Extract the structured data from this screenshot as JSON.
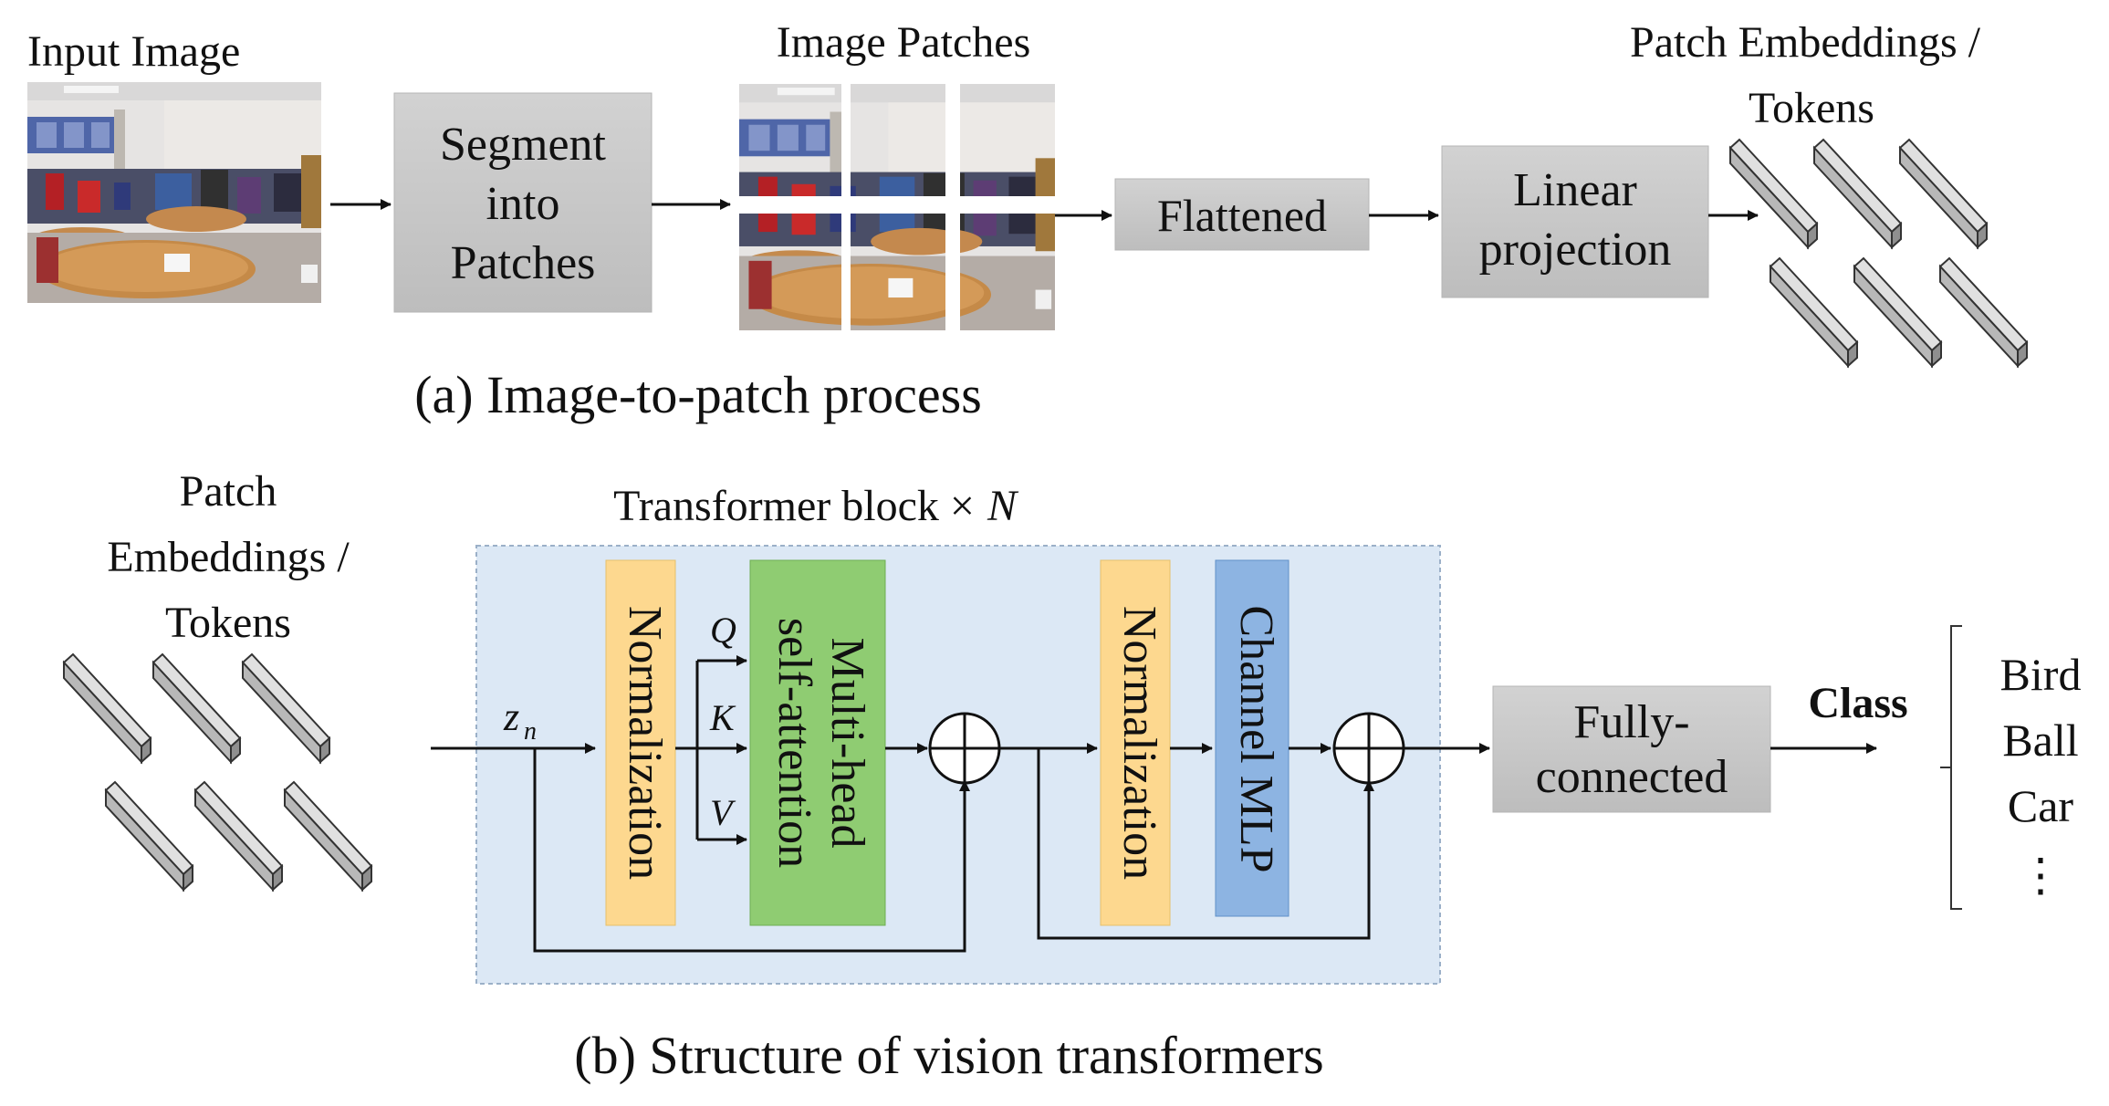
{
  "part_a": {
    "caption": "(a) Image-to-patch process",
    "input_image_label": "Input Image",
    "segment_box": [
      "Segment",
      "into",
      "Patches"
    ],
    "image_patches_label": "Image Patches",
    "flattened_box": "Flattened",
    "linear_box": [
      "Linear",
      "projection"
    ],
    "tokens_label": [
      "Patch Embeddings /",
      "Tokens"
    ]
  },
  "part_b": {
    "caption": "(b) Structure of vision transformers",
    "tokens_label": [
      "Patch",
      "Embeddings /",
      "Tokens"
    ],
    "block_title": "Transformer block ×",
    "block_title_var": "N",
    "input_var": "z",
    "input_sub": "n",
    "norm1": "Normalization",
    "mhsa": [
      "Multi-head",
      "self-attention"
    ],
    "q": "Q",
    "k": "K",
    "v": "V",
    "norm2": "Normalization",
    "mlp": "Channel MLP",
    "fc_box": [
      "Fully-",
      "connected"
    ],
    "class_label": "Class",
    "classes": [
      "Bird",
      "Ball",
      "Car",
      "⋮"
    ]
  },
  "colors": {
    "gray_box": "#c8c8c8",
    "block_bg": "#dce8f5",
    "norm": "#fdd88f",
    "mhsa": "#8fcc72",
    "mlp": "#8db4e2"
  }
}
